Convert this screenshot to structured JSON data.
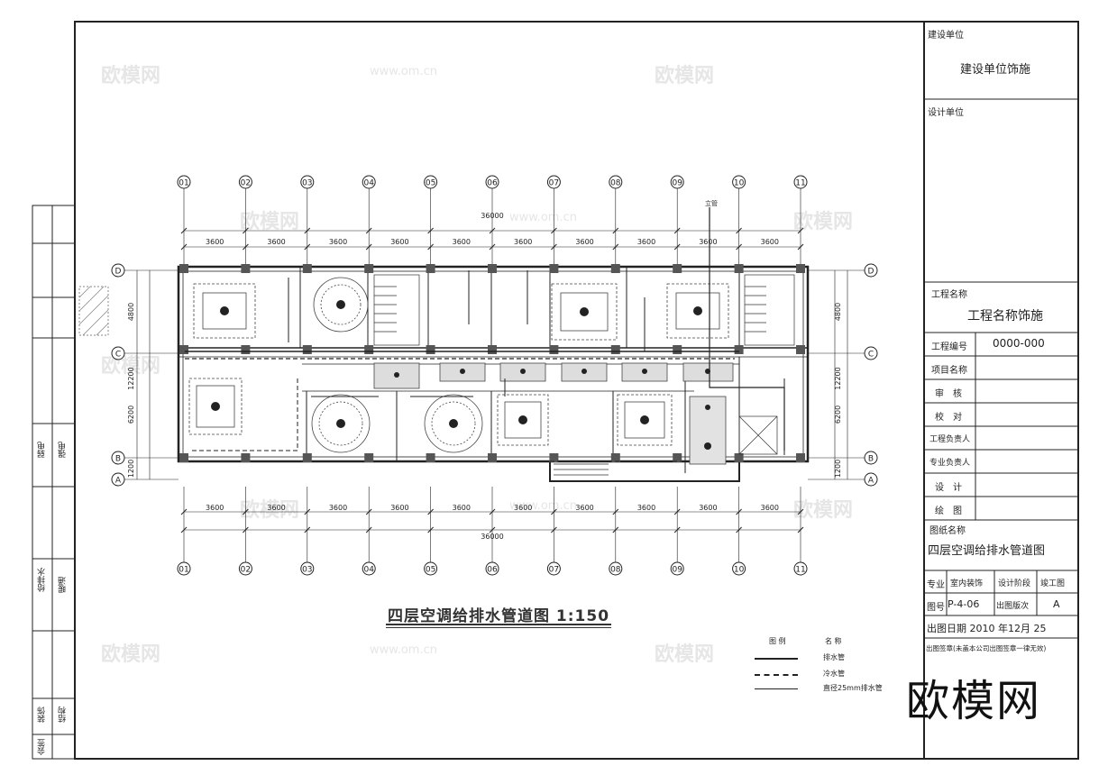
{
  "title_block": {
    "construction_unit_label": "建设单位",
    "construction_unit_value": "建设单位饰施",
    "design_unit_label": "设计单位",
    "project_name_label": "工程名称",
    "project_name_value": "工程名称饰施",
    "rows": [
      {
        "label": "工程编号",
        "value": "0000-000"
      },
      {
        "label": "项目名称",
        "value": ""
      },
      {
        "label": "审　核",
        "value": ""
      },
      {
        "label": "校　对",
        "value": ""
      },
      {
        "label": "工程负责人",
        "value": ""
      },
      {
        "label": "专业负责人",
        "value": ""
      },
      {
        "label": "设　计",
        "value": ""
      },
      {
        "label": "绘　图",
        "value": ""
      }
    ],
    "drawing_name_label": "图纸名称",
    "drawing_name_value": "四层空调给排水管道图",
    "spec_label": "专业",
    "spec_value": "室内装饰",
    "stage_label": "设计阶段",
    "stage_value": "竣工图",
    "number_label": "图号",
    "number_value": "P-4-06",
    "edition_label": "出图版次",
    "edition_value": "A",
    "date_text": "出图日期 2010 年12月 25",
    "stamp_text": "出图签章(未盖本公司出图签章一律无效)"
  },
  "left_strip": {
    "cells": [
      "弱电",
      "强电",
      "给排水",
      "暖通",
      "装饰",
      "结构",
      "会签"
    ]
  },
  "plan": {
    "title": "四层空调给排水管道图 1:150",
    "axis_labels": [
      "01",
      "02",
      "03",
      "04",
      "05",
      "06",
      "07",
      "08",
      "09",
      "10",
      "11"
    ],
    "row_labels_left": [
      "D",
      "C",
      "B",
      "A"
    ],
    "row_labels_right": [
      "D",
      "C",
      "B",
      "A"
    ],
    "span_dims": [
      "3600",
      "3600",
      "3600",
      "3600",
      "3600",
      "3600",
      "3600",
      "3600",
      "3600",
      "3600"
    ],
    "total_dim": "36000",
    "left_dims": [
      "4800",
      "12200",
      "6200",
      "1200"
    ],
    "right_dims": [
      "4800",
      "12200",
      "6200",
      "1200"
    ],
    "top_tag": "立管"
  },
  "legend": {
    "header_icon": "图 例",
    "header_name": "名 称",
    "items": [
      {
        "name": "排水管",
        "style": "solid"
      },
      {
        "name": "冷水管",
        "style": "dashed"
      },
      {
        "name": "直径25mm排水管",
        "style": "thin"
      }
    ]
  },
  "watermark": {
    "brand": "欧模网",
    "url": "www.om.cn"
  },
  "colors": {
    "line": "#222222",
    "hatch": "#888888",
    "watermark": "#e6e6e6"
  }
}
